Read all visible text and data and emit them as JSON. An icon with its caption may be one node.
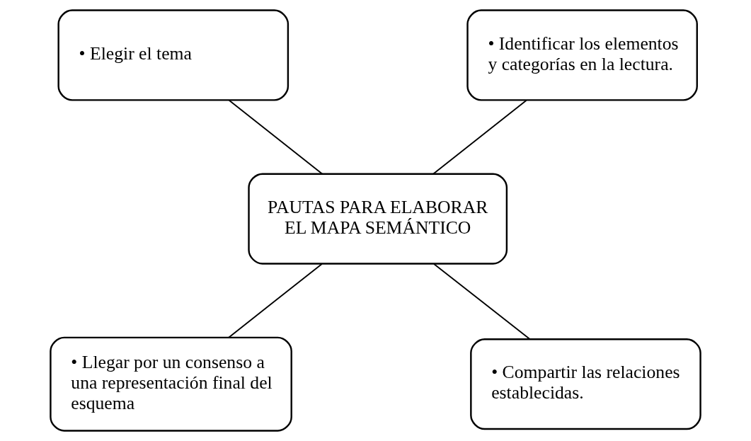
{
  "diagram": {
    "nodes": [
      {
        "text": [
          "• Elegir el tema"
        ]
      },
      {
        "text": [
          "• Identificar los elementos y categorías en la lectura."
        ]
      },
      {
        "text": [
          "PAUTAS PARA ELABORAR EL MAPA SEMÁNTICO"
        ]
      },
      {
        "text": [
          "• Llegar por un consenso a una representación final del esquema"
        ]
      },
      {
        "text": [
          "• Compartir las relaciones establecidas."
        ]
      }
    ],
    "edges": [
      {
        "from": 0,
        "to": 2,
        "arrow": "none"
      },
      {
        "from": 1,
        "to": 2,
        "arrow": "none"
      },
      {
        "from": 2,
        "to": 3,
        "arrow": "none"
      },
      {
        "from": 2,
        "to": 4,
        "arrow": "none"
      }
    ]
  }
}
